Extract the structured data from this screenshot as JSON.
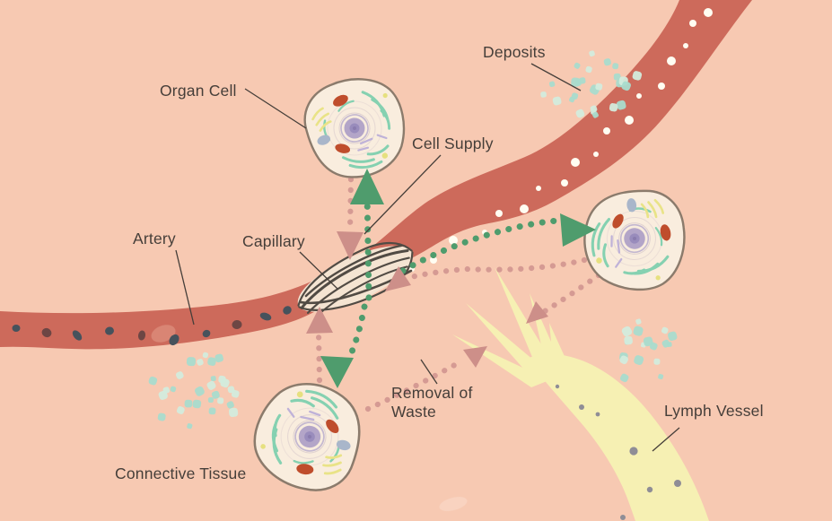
{
  "labels": {
    "organ_cell": "Organ Cell",
    "deposits": "Deposits",
    "cell_supply": "Cell Supply",
    "artery": "Artery",
    "capillary": "Capillary",
    "removal_of_waste": "Removal of Waste",
    "connective_tissue": "Connective Tissue",
    "lymph_vessel": "Lymph Vessel"
  },
  "colors": {
    "background": "#f7c9b2",
    "artery": "#cd6a5b",
    "artery_spot_dark": "#46525c",
    "artery_spot_maroon": "#6d4644",
    "blood_cell_white": "#fffdf2",
    "capillary_strand": "#514b44",
    "supply_green": "#4f9c6d",
    "waste_pink": "#d59a93",
    "waste_arrow_pink": "#cd8f89",
    "lymph": "#f6f0b3",
    "lymph_dot": "#8f8d96",
    "deposit_mint": "#d3ecdd",
    "deposit_aqua": "#a9dccd",
    "cell_fill": "#f9edde",
    "cell_membrane": "#8b7b6c",
    "nucleus": "#b3a5c8",
    "mitochondria": "#bf4d2c",
    "er_teal": "#85d1b1",
    "text": "#453e39"
  }
}
